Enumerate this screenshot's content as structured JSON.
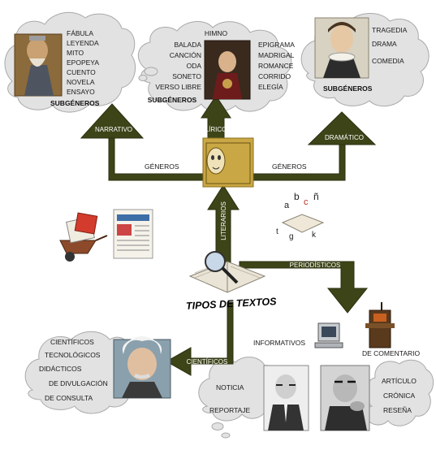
{
  "center": {
    "title": "TIPOS DE TEXTOS"
  },
  "arrows": {
    "literarios": "LITERARIOS",
    "periodisticos": "PERIODÍSTICOS",
    "cientificos": "CIENTÍFICOS",
    "narrativo": "NARRATIVO",
    "lirico": "LÍRICO",
    "dramatico": "DRAMÁTICO",
    "generos_left": "GÉNEROS",
    "generos_right": "GÉNEROS"
  },
  "narrativo": {
    "items": [
      "FÁBULA",
      "LEYENDA",
      "MITO",
      "EPOPEYA",
      "CUENTO",
      "NOVELA",
      "ENSAYO"
    ],
    "subgeneros": "SUBGÉNEROS"
  },
  "lirico": {
    "top": "HIMNO",
    "left_items": [
      "BALADA",
      "CANCIÓN",
      "ODA",
      "SONETO",
      "VERSO LIBRE"
    ],
    "right_items": [
      "EPIGRAMA",
      "MADRIGAL",
      "ROMANCE",
      "CORRIDO",
      "ELEGÍA"
    ],
    "subgeneros": "SUBGÉNEROS"
  },
  "dramatico": {
    "items": [
      "TRAGEDIA",
      "DRAMA",
      "COMEDIA"
    ],
    "subgeneros": "SUBGÉNEROS"
  },
  "cientificos": {
    "items": [
      "CIENTÍFICOS",
      "TECNOLÓGICOS",
      "DIDÁCTICOS",
      "DE DIVULGACIÓN",
      "DE CONSULTA"
    ]
  },
  "periodisticos": {
    "informativos": "INFORMATIVOS",
    "de_comentario": "DE COMENTARIO",
    "informativos_items": [
      "NOTICIA",
      "REPORTAJE"
    ],
    "comentario_items": [
      "ARTÍCULO",
      "CRÓNICA",
      "RESEÑA"
    ]
  },
  "colors": {
    "arrow": "#3d4418",
    "cloud": "#e2e2e2",
    "text": "#1a1a1a"
  }
}
